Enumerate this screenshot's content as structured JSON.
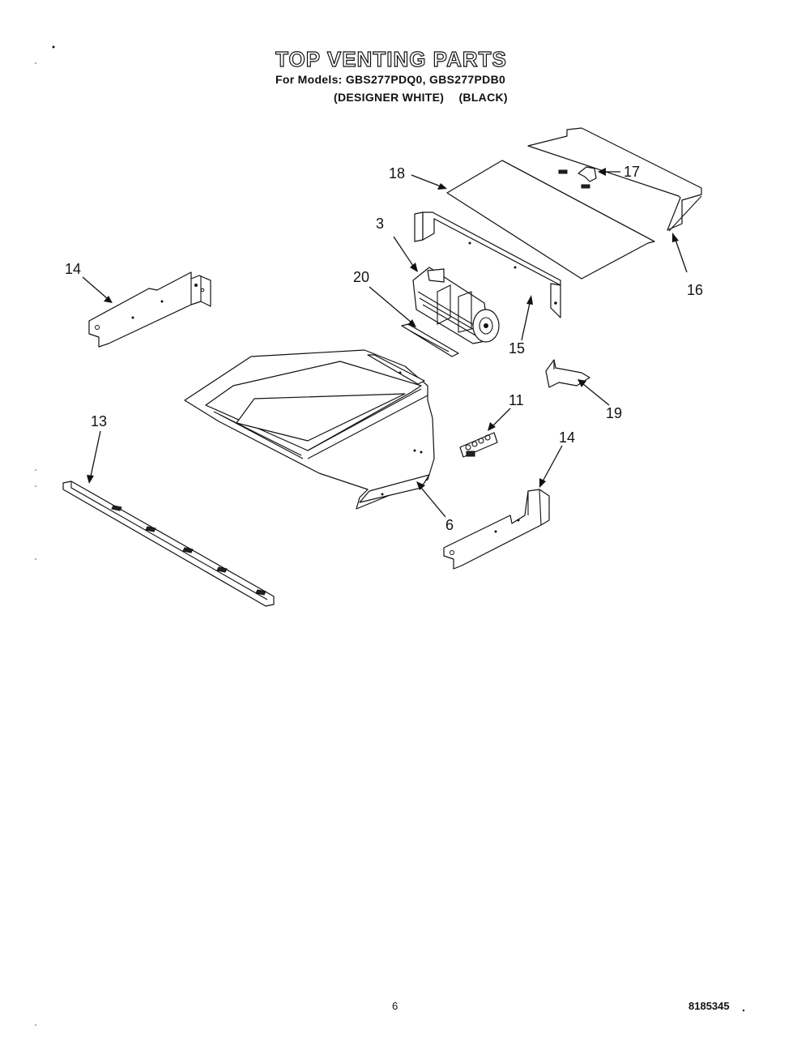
{
  "header": {
    "title": "TOP VENTING PARTS",
    "models_line": "For Models: GBS277PDQ0, GBS277PDB0",
    "variant_1": "(DESIGNER WHITE)",
    "variant_2": "(BLACK)"
  },
  "callouts": {
    "c18": "18",
    "c17": "17",
    "c16": "16",
    "c3": "3",
    "c15": "15",
    "c14a": "14",
    "c14b": "14",
    "c20": "20",
    "c19": "19",
    "c11": "11",
    "c13": "13",
    "c6": "6"
  },
  "footer": {
    "page_number": "6",
    "document_number": "8185345"
  }
}
